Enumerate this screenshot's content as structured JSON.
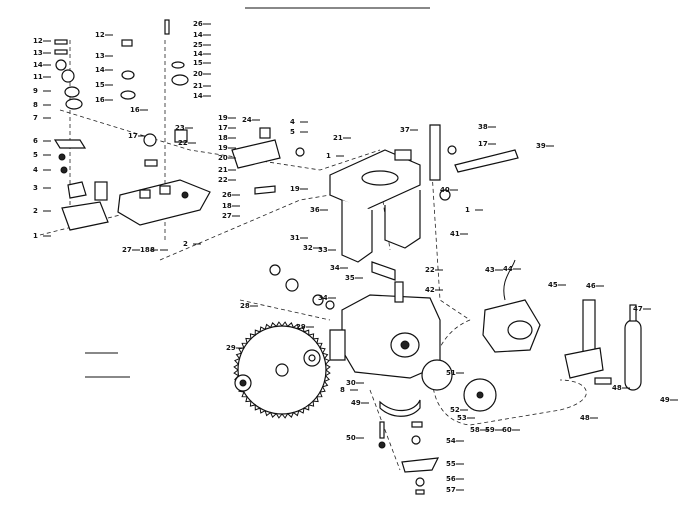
{
  "labels": [
    {
      "t": "12"
    },
    {
      "t": "13"
    },
    {
      "t": "14"
    },
    {
      "t": "11"
    },
    {
      "t": "9"
    },
    {
      "t": "8"
    },
    {
      "t": "7"
    },
    {
      "t": "6"
    },
    {
      "t": "5"
    },
    {
      "t": "4"
    },
    {
      "t": "3"
    },
    {
      "t": "2"
    },
    {
      "t": "1"
    },
    {
      "t": "12"
    },
    {
      "t": "13"
    },
    {
      "t": "14"
    },
    {
      "t": "15"
    },
    {
      "t": "16"
    },
    {
      "t": "26"
    },
    {
      "t": "14"
    },
    {
      "t": "25"
    },
    {
      "t": "14"
    },
    {
      "t": "15"
    },
    {
      "t": "20"
    },
    {
      "t": "21"
    },
    {
      "t": "14"
    },
    {
      "t": "23"
    },
    {
      "t": "22"
    },
    {
      "t": "19"
    },
    {
      "t": "17"
    },
    {
      "t": "18"
    },
    {
      "t": "19"
    },
    {
      "t": "20"
    },
    {
      "t": "21"
    },
    {
      "t": "22"
    },
    {
      "t": "16"
    },
    {
      "t": "17"
    },
    {
      "t": "24"
    },
    {
      "t": "4"
    },
    {
      "t": "5"
    },
    {
      "t": "21"
    },
    {
      "t": "1"
    },
    {
      "t": "19"
    },
    {
      "t": "26"
    },
    {
      "t": "18"
    },
    {
      "t": "27"
    },
    {
      "t": "27"
    },
    {
      "t": "18"
    },
    {
      "t": "8"
    },
    {
      "t": "2"
    },
    {
      "t": "37"
    },
    {
      "t": "38"
    },
    {
      "t": "17"
    },
    {
      "t": "39"
    },
    {
      "t": "40"
    },
    {
      "t": "1"
    },
    {
      "t": "36"
    },
    {
      "t": "41"
    },
    {
      "t": "22"
    },
    {
      "t": "42"
    },
    {
      "t": "31"
    },
    {
      "t": "32"
    },
    {
      "t": "33"
    },
    {
      "t": "34"
    },
    {
      "t": "35"
    },
    {
      "t": "34"
    },
    {
      "t": "43"
    },
    {
      "t": "44"
    },
    {
      "t": "45"
    },
    {
      "t": "46"
    },
    {
      "t": "47"
    },
    {
      "t": "28"
    },
    {
      "t": "29"
    },
    {
      "t": "29"
    },
    {
      "t": "30"
    },
    {
      "t": "49"
    },
    {
      "t": "50"
    },
    {
      "t": "51"
    },
    {
      "t": "52"
    },
    {
      "t": "53"
    },
    {
      "t": "54"
    },
    {
      "t": "55"
    },
    {
      "t": "56"
    },
    {
      "t": "57"
    },
    {
      "t": "58"
    },
    {
      "t": "59"
    },
    {
      "t": "60"
    },
    {
      "t": "48"
    },
    {
      "t": "49"
    },
    {
      "t": "48"
    },
    {
      "t": "8"
    }
  ]
}
